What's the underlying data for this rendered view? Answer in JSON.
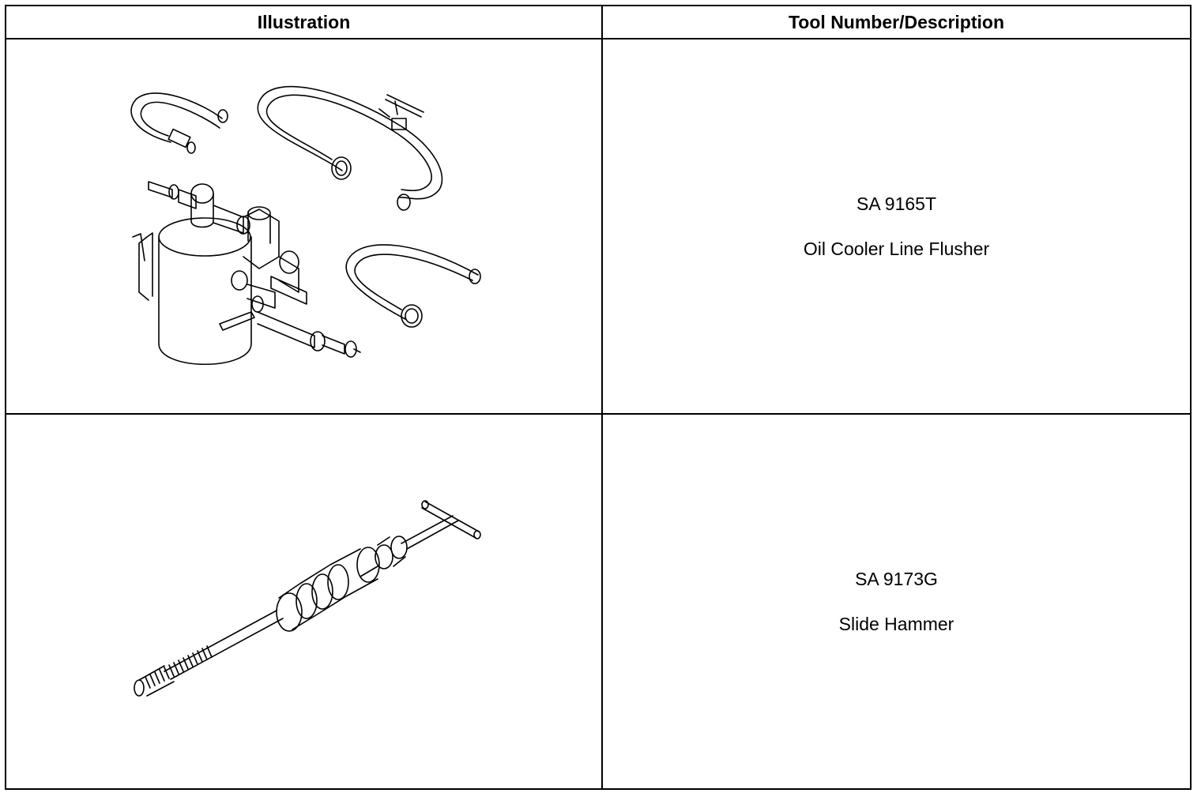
{
  "table": {
    "headers": {
      "illustration": "Illustration",
      "tool": "Tool Number/Description"
    },
    "rows": [
      {
        "tool_number": "SA 9165T",
        "description": "Oil Cooler Line Flusher",
        "illustration_icon": "oil-cooler-line-flusher-illustration"
      },
      {
        "tool_number": "SA 9173G",
        "description": "Slide Hammer",
        "illustration_icon": "slide-hammer-illustration"
      }
    ]
  }
}
